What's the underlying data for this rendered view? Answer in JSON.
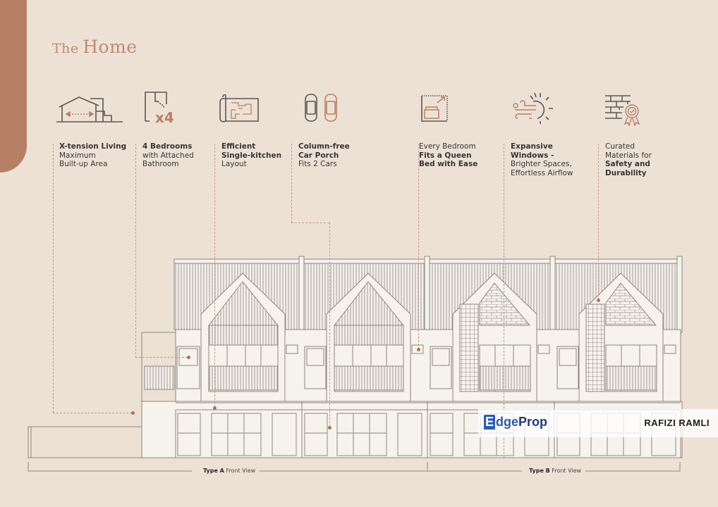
{
  "title": {
    "small": "The",
    "big": "Home"
  },
  "features": [
    {
      "id": "x-tension",
      "icon": "house-extension-icon",
      "lines": [
        {
          "text": "X-tension Living",
          "bold": true
        },
        {
          "text": "Maximum",
          "bold": false
        },
        {
          "text": "Built-up Area",
          "bold": false
        }
      ]
    },
    {
      "id": "bedrooms",
      "icon": "bedroom-x4-icon",
      "icon_label": "x4",
      "lines": [
        {
          "text": "4 Bedrooms",
          "bold": true
        },
        {
          "text": "with Attached",
          "bold": false
        },
        {
          "text": "Bathroom",
          "bold": false
        }
      ]
    },
    {
      "id": "kitchen",
      "icon": "floor-plan-icon",
      "lines": [
        {
          "text": "Efficient",
          "bold": true
        },
        {
          "text": "Single-kitchen",
          "bold": true
        },
        {
          "text": "Layout",
          "bold": false
        }
      ]
    },
    {
      "id": "car-porch",
      "icon": "two-cars-icon",
      "lines": [
        {
          "text": "Column-free",
          "bold": true
        },
        {
          "text": "Car Porch",
          "bold": true
        },
        {
          "text": "Fits 2 Cars",
          "bold": false
        }
      ]
    },
    {
      "id": "queen-bed",
      "icon": "queen-bed-icon",
      "lines": [
        {
          "text": "Every Bedroom",
          "bold": false
        },
        {
          "text": "Fits a Queen",
          "bold": true
        },
        {
          "text": "Bed with Ease",
          "bold": true
        }
      ]
    },
    {
      "id": "windows",
      "icon": "wind-sun-icon",
      "lines": [
        {
          "text": "Expansive",
          "bold": true
        },
        {
          "text": "Windows -",
          "bold": true
        },
        {
          "text": "Brighter Spaces,",
          "bold": false
        },
        {
          "text": "Effortless Airflow",
          "bold": false
        }
      ]
    },
    {
      "id": "materials",
      "icon": "brick-certified-icon",
      "lines": [
        {
          "text": "Curated",
          "bold": false
        },
        {
          "text": "Materials for",
          "bold": false
        },
        {
          "text": "Safety and",
          "bold": true
        },
        {
          "text": "Durability",
          "bold": true
        }
      ]
    }
  ],
  "views": {
    "type_a": {
      "bold": "Type A",
      "rest": " Front View"
    },
    "type_b": {
      "bold": "Type B",
      "rest": " Front View"
    }
  },
  "watermark": {
    "logo_e": "E",
    "logo_dge": "dge",
    "logo_prop": "Prop",
    "name": "RAFIZI RAMLI"
  },
  "colors": {
    "background": "#ede1d6",
    "accent": "#b87f67",
    "title": "#c08a72",
    "line": "#6f6862",
    "facade": "#f6f2ec",
    "edgeprop_blue": "#2e5ca8"
  }
}
